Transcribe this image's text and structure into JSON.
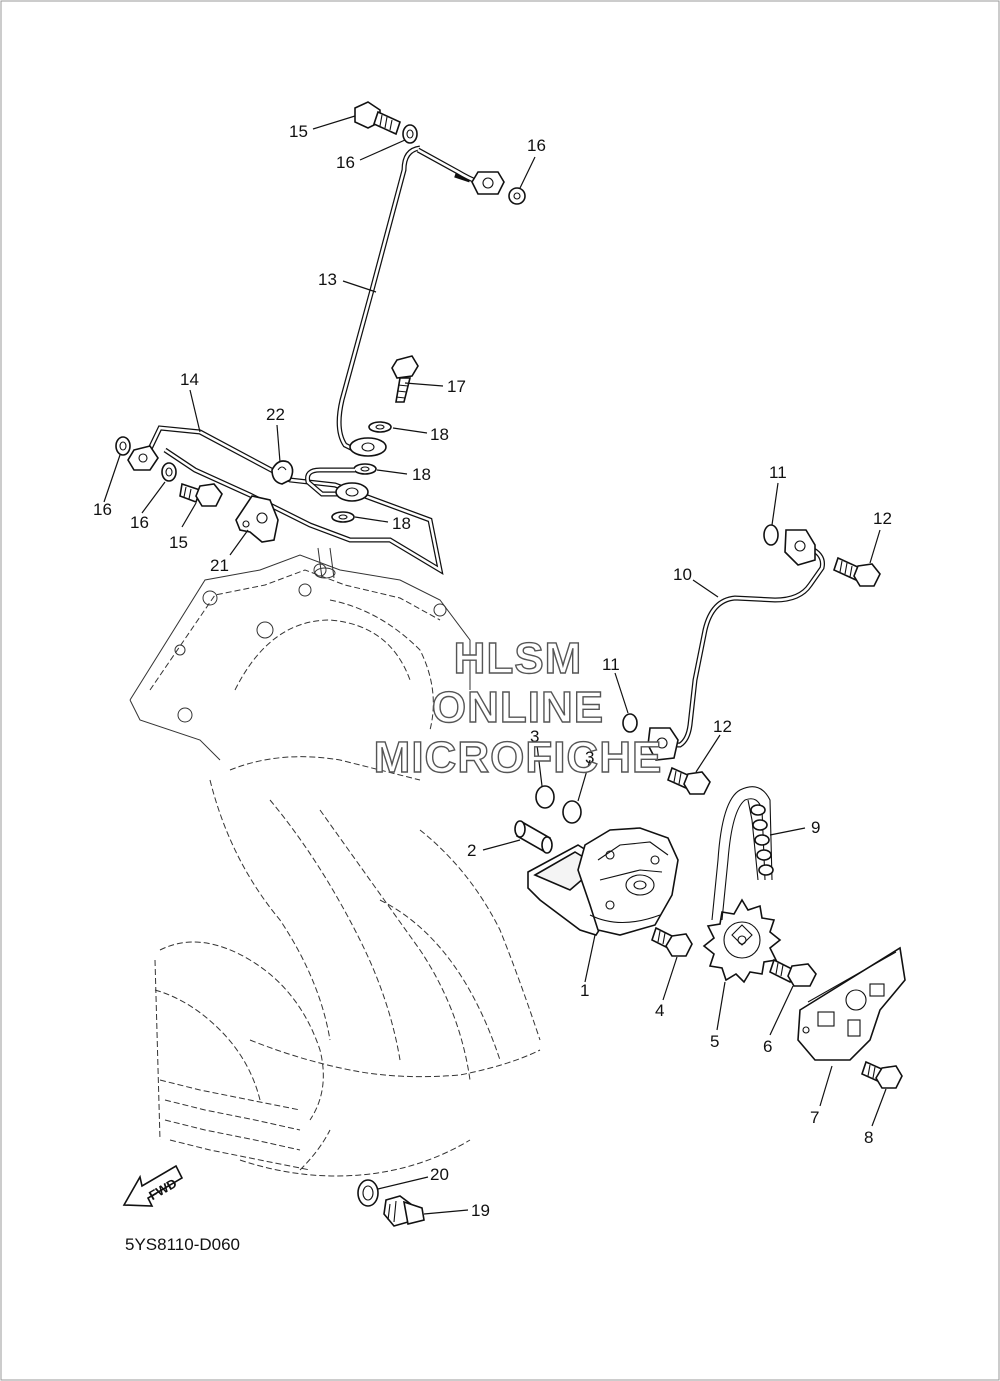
{
  "diagram": {
    "code": "5YS8110-D060",
    "watermark": [
      "HLSM",
      "ONLINE",
      "MICROFICHE"
    ],
    "fwd_label": "FWD",
    "callouts": {
      "c1": "1",
      "c2": "2",
      "c3a": "3",
      "c3b": "3",
      "c4": "4",
      "c5": "5",
      "c6": "6",
      "c7": "7",
      "c8": "8",
      "c9": "9",
      "c10": "10",
      "c11a": "11",
      "c11b": "11",
      "c12a": "12",
      "c12b": "12",
      "c13": "13",
      "c14": "14",
      "c15a": "15",
      "c15b": "15",
      "c16a": "16",
      "c16b": "16",
      "c16c": "16",
      "c16d": "16",
      "c17": "17",
      "c18a": "18",
      "c18b": "18",
      "c18c": "18",
      "c19": "19",
      "c20": "20",
      "c21": "21",
      "c22": "22"
    }
  }
}
